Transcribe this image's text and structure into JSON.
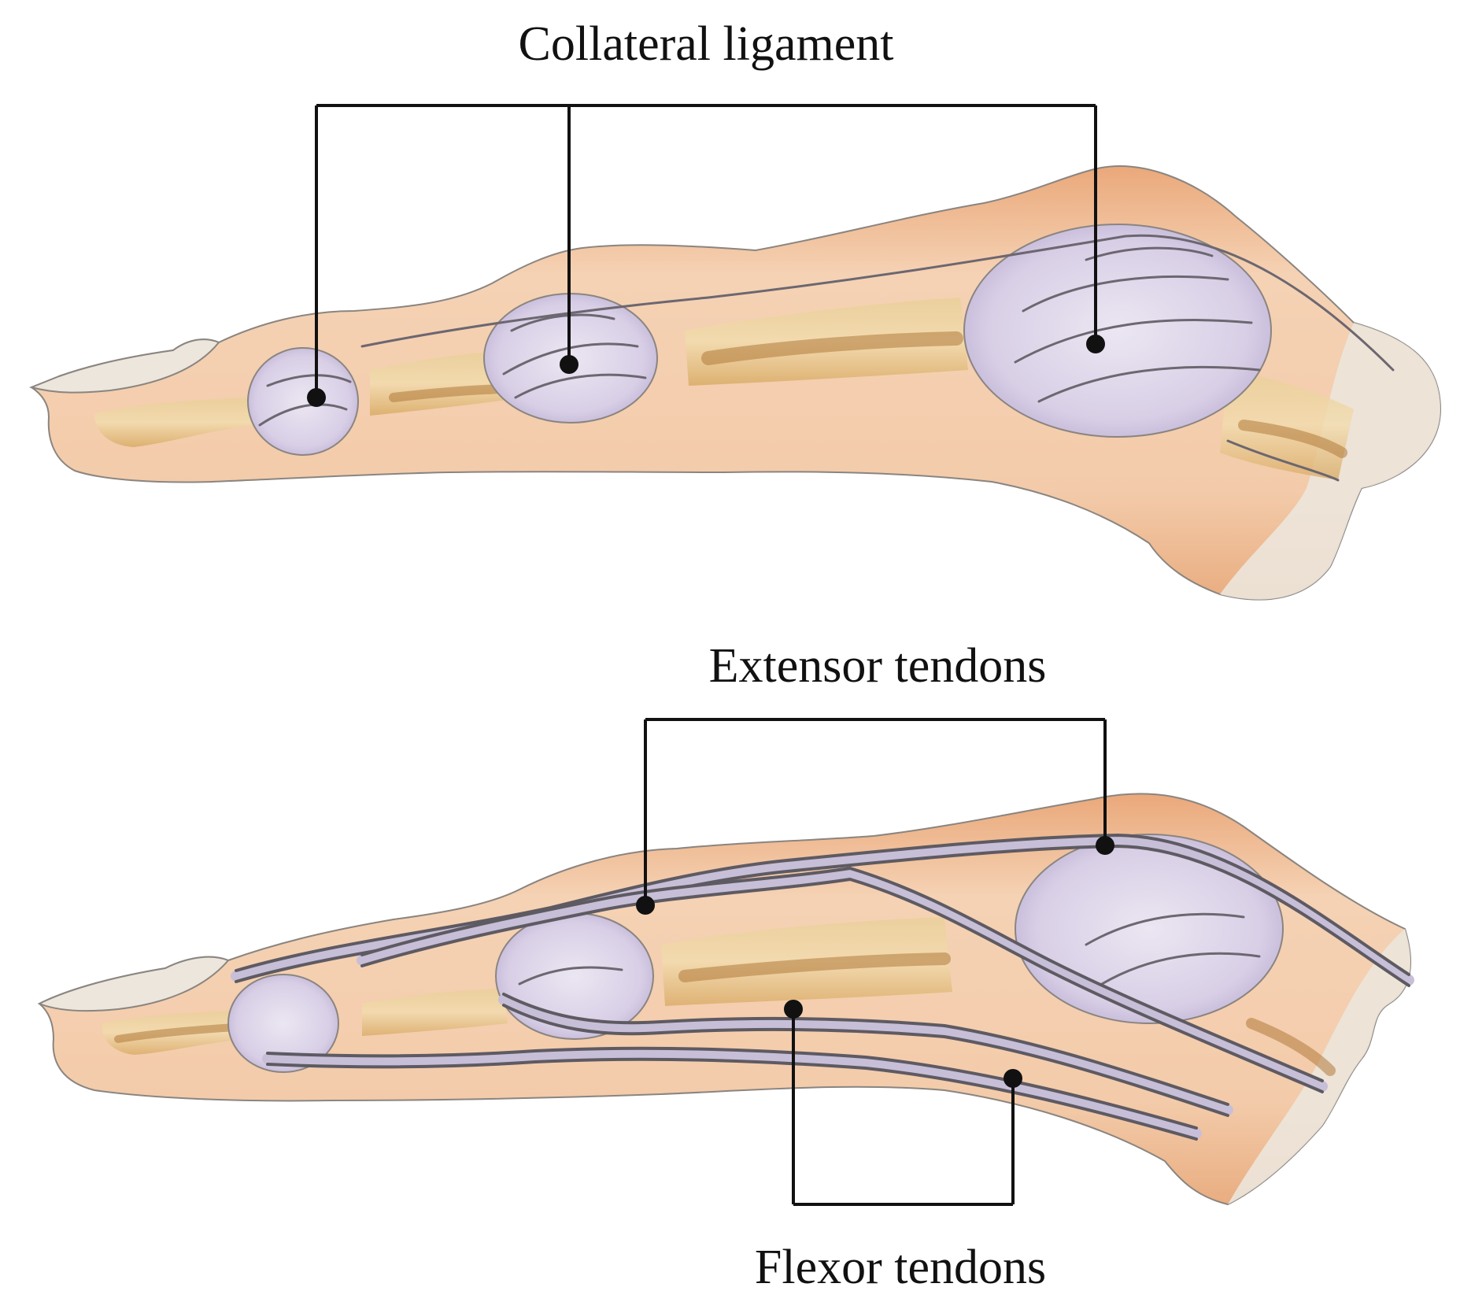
{
  "labels": {
    "collateral_ligament": "Collateral ligament",
    "extensor_tendons": "Extensor tendons",
    "flexor_tendons": "Flexor tendons"
  },
  "colors": {
    "skin": "#f2c9a6",
    "skin_edge": "#e8b48a",
    "bone": "#e6c48a",
    "bone_dark": "#b07a3a",
    "ligament": "#ddd6ea",
    "ligament_shade": "#b9abd0",
    "tendon": "#c7bfd8",
    "tendon_edge": "#5e5a62",
    "pale": "#ece6dc",
    "text": "#111111"
  }
}
